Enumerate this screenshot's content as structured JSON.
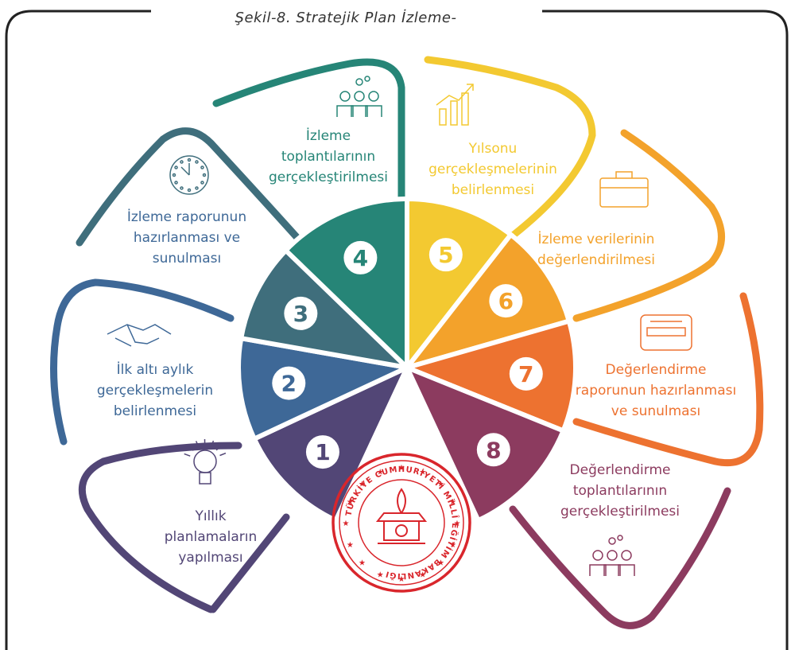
{
  "title": "Şekil-8.  Stratejik Plan İzleme-",
  "colors": {
    "1": "#524676",
    "2": "#3e6897",
    "3": "#3f6e7c",
    "4": "#268577",
    "5": "#f3c931",
    "6": "#f3a22b",
    "7": "#ed7230",
    "8": "#8c3b5f",
    "seal": "#d9262c"
  },
  "steps": [
    {
      "number": "1",
      "lines": [
        "Yıllık",
        "planlamaların",
        "yapılması"
      ],
      "icon": "lightbulb-icon"
    },
    {
      "number": "2",
      "lines": [
        "İlk altı aylık",
        "gerçekleşmelerin",
        "belirlenmesi"
      ],
      "icon": "handshake-icon"
    },
    {
      "number": "3",
      "lines": [
        "İzleme raporunun",
        "hazırlanması ve",
        "sunulması"
      ],
      "icon": "clock-icon"
    },
    {
      "number": "4",
      "lines": [
        "İzleme",
        "toplantılarının",
        "gerçekleştirilmesi"
      ],
      "icon": "team-meeting-icon"
    },
    {
      "number": "5",
      "lines": [
        "Yılsonu",
        "gerçekleşmelerinin",
        "belirlenmesi"
      ],
      "icon": "growth-chart-icon"
    },
    {
      "number": "6",
      "lines": [
        "İzleme verilerinin",
        "değerlendirilmesi"
      ],
      "icon": "briefcase-icon"
    },
    {
      "number": "7",
      "lines": [
        "Değerlendirme",
        "raporunun hazırlanması",
        "ve sunulması"
      ],
      "icon": "report-device-icon"
    },
    {
      "number": "8",
      "lines": [
        "Değerlendirme",
        "toplantılarının",
        "gerçekleştirilmesi"
      ],
      "icon": "team-meeting-icon"
    }
  ],
  "seal": {
    "icon": "ministry-seal-icon",
    "text": "TÜRKİYE CUMHURİYETİ MİLLÎ EĞİTİM BAKANLIĞI"
  }
}
